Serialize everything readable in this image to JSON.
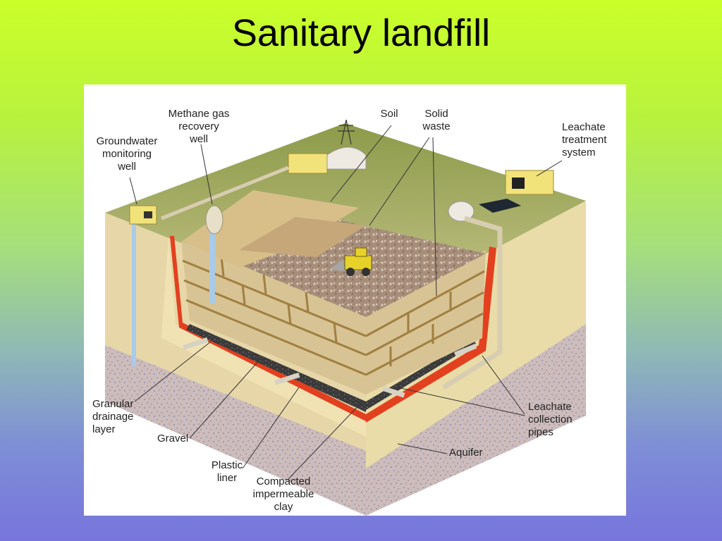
{
  "slide": {
    "title": "Sanitary landfill"
  },
  "labels": {
    "groundwater_well": "Groundwater\nmonitoring\nwell",
    "methane_well": "Methane gas\nrecovery\nwell",
    "soil": "Soil",
    "solid_waste": "Solid\nwaste",
    "leachate_treatment": "Leachate\ntreatment\nsystem",
    "granular_drainage": "Granular\ndrainage\nlayer",
    "gravel": "Gravel",
    "plastic_liner": "Plastic\nliner",
    "compacted_clay": "Compacted\nimpermeable\nclay",
    "leachate_pipes": "Leachate\ncollection\npipes",
    "aquifer": "Aquifer"
  },
  "colors": {
    "ground_top": "#a7ad68",
    "sand": "#ecdcaa",
    "brick": "#dcc89a",
    "mortar": "#a88c4c",
    "waste": "#a58c76",
    "liner": "#e3401f",
    "gravel": "#3d3d3d",
    "aquifer": "#cbb8b8"
  }
}
